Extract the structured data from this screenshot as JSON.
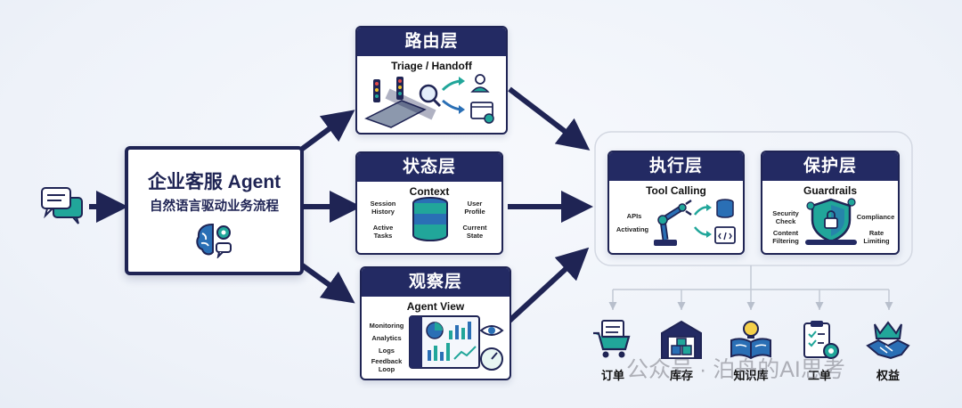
{
  "main": {
    "title": "企业客服 Agent",
    "subtitle": "自然语言驱动业务流程"
  },
  "routing": {
    "title": "路由层",
    "subtitle": "Triage / Handoff"
  },
  "state": {
    "title": "状态层",
    "subtitle": "Context",
    "labels": {
      "session_history": "Session History",
      "user_profile": "User Profile",
      "active_tasks": "Active Tasks",
      "current_state": "Current State"
    }
  },
  "observe": {
    "title": "观察层",
    "subtitle": "Agent View",
    "labels": {
      "monitoring": "Monitoring",
      "analytics": "Analytics",
      "logs": "Logs",
      "feedback_loop": "Feedback Loop"
    }
  },
  "exec": {
    "title": "执行层",
    "subtitle": "Tool Calling",
    "labels": {
      "apis": "APIs",
      "activating": "Activating"
    }
  },
  "protect": {
    "title": "保护层",
    "subtitle": "Guardrails",
    "labels": {
      "security_check": "Security Check",
      "compliance": "Compliance",
      "content_filtering": "Content Filtering",
      "rate_limiting": "Rate Limiting"
    }
  },
  "services": [
    "订单",
    "库存",
    "知识库",
    "工单",
    "权益"
  ],
  "watermark": "公众号 · 泊舟的AI思考",
  "colors": {
    "navy": "#1f2454",
    "teal": "#1a9a8a",
    "accent_blue": "#2a6fb5"
  }
}
